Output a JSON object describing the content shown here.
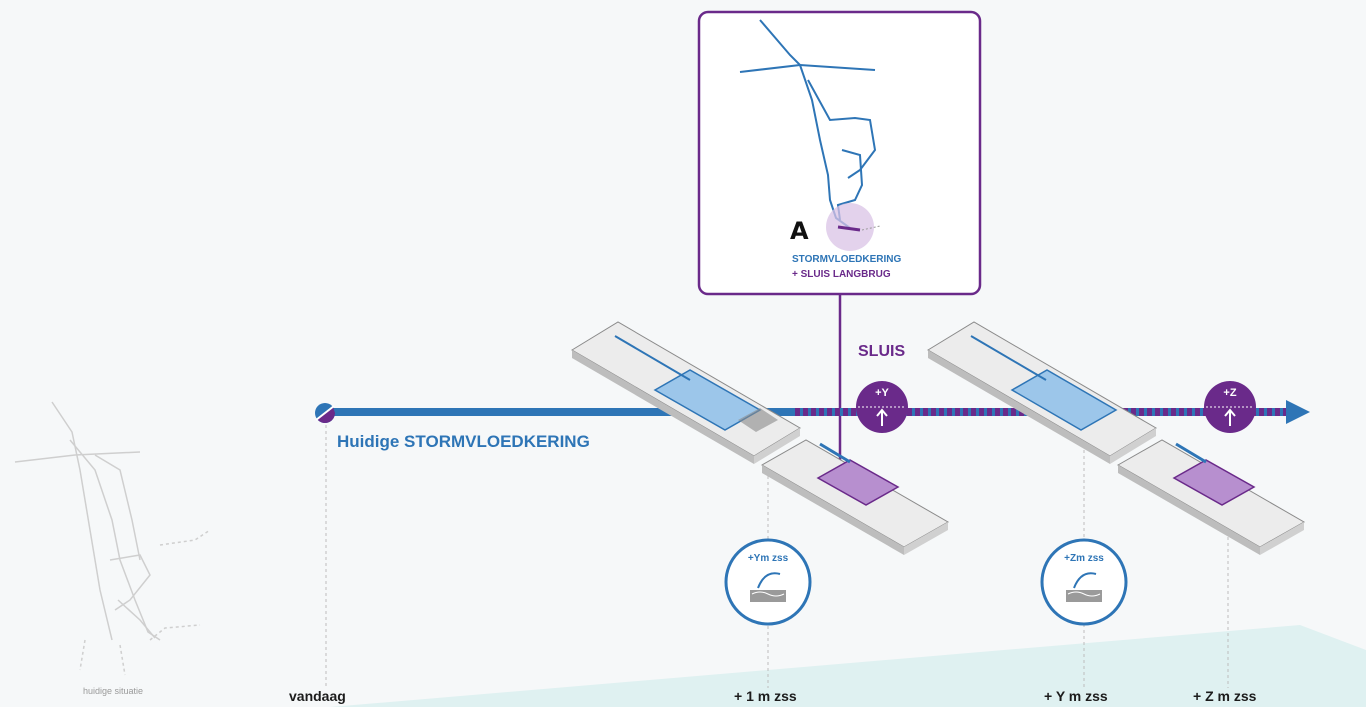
{
  "colors": {
    "blue": "#2e75b6",
    "purple": "#6a2a8a",
    "teal_light": "#dff1f1",
    "gray_line": "#c9c9c9"
  },
  "overview": {
    "caption": "huidige situatie"
  },
  "callout": {
    "letter": "A",
    "line1": "STORMVLOEDKERING",
    "line2": "+ SLUIS LANGBRUG"
  },
  "timeline": {
    "title": "Huidige STORMVLOEDKERING",
    "sluis_label": "SLUIS",
    "ticks": [
      "vandaag",
      "+ 1 m zss",
      "+ Y m zss",
      "+ Z m zss"
    ],
    "badges": [
      {
        "top": "+Y",
        "icon": "up-arrow-icon"
      },
      {
        "top": "+Z",
        "icon": "up-arrow-icon"
      }
    ],
    "rings": [
      "+Ym zss",
      "+Zm zss"
    ]
  }
}
